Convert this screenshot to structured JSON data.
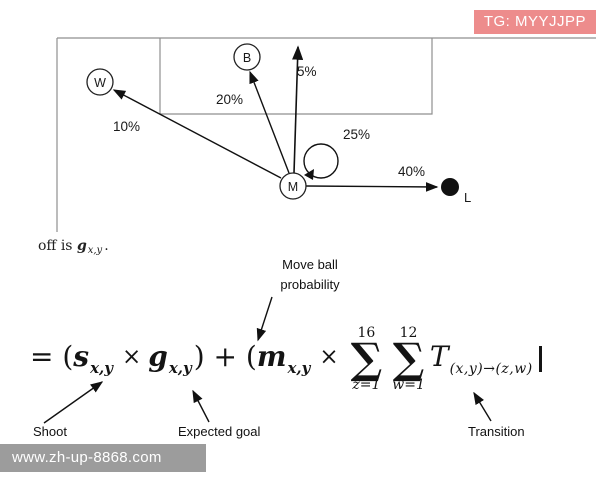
{
  "watermarks": {
    "telegram": "TG: MYYJJPP",
    "website": "www.zh-up-8868.com"
  },
  "diagram": {
    "node_w": "W",
    "node_b": "B",
    "node_m": "M",
    "node_l_label": "L",
    "prob_to_w": "10%",
    "prob_to_b": "20%",
    "prob_goal": "5%",
    "prob_self": "25%",
    "prob_to_l": "40%"
  },
  "caption": {
    "prefix": "off is ",
    "variable": "g",
    "subscript": "x,y",
    "suffix": "."
  },
  "annotations": {
    "move_ball_line1": "Move ball",
    "move_ball_line2": "probability",
    "shoot": "Shoot",
    "expected_goal": "Expected goal",
    "transition": "Transition"
  },
  "formula": {
    "lhs": "= (",
    "s_var": "s",
    "s_sub": "x,y",
    "times_1": "×",
    "g_var": "g",
    "g_sub": "x,y",
    "middle": ") + (",
    "m_var": "m",
    "m_sub": "x,y",
    "times_2": "×",
    "sigma": "∑",
    "sum1_upper": "16",
    "sum1_lower": "z=1",
    "sum2_upper": "12",
    "sum2_lower": "w=1",
    "t_var": "T",
    "t_sub": "(x,y)→(z,w)"
  }
}
